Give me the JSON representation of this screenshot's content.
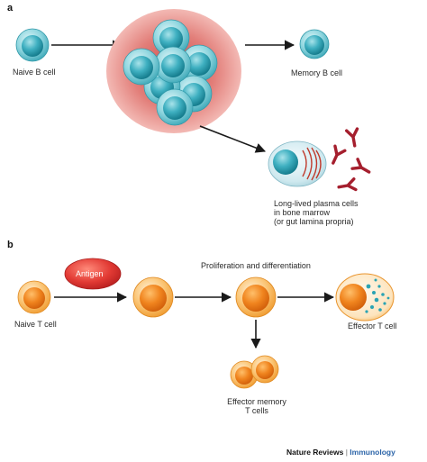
{
  "panel_a": {
    "tag": "a",
    "naive_b_label": "Naive B cell",
    "memory_b_label": "Memory B cell",
    "plasma_label_lines": [
      "Long-lived plasma cells",
      "in bone marrow",
      "(or gut lamina propria)"
    ]
  },
  "panel_b": {
    "tag": "b",
    "naive_t_label": "Naive T cell",
    "antigen_label": "Antigen",
    "prolif_label": "Proliferation and differentiation",
    "effector_t_label": "Effector T cell",
    "effector_memory_lines": [
      "Effector memory",
      "T cells"
    ]
  },
  "credit": {
    "journal": "Nature Reviews",
    "separator": "|",
    "section": "Immunology"
  },
  "colors": {
    "b_cell_outer": "#5fc0cc",
    "b_cell_nucleus": "#1f8ea0",
    "t_cell_outer": "#f7a33a",
    "t_cell_nucleus": "#e86d12",
    "germinal_center": "#e58a86",
    "antigen": "#dd2f2f",
    "antibody": "#a51f2e",
    "arrow": "#1a1a1a"
  }
}
